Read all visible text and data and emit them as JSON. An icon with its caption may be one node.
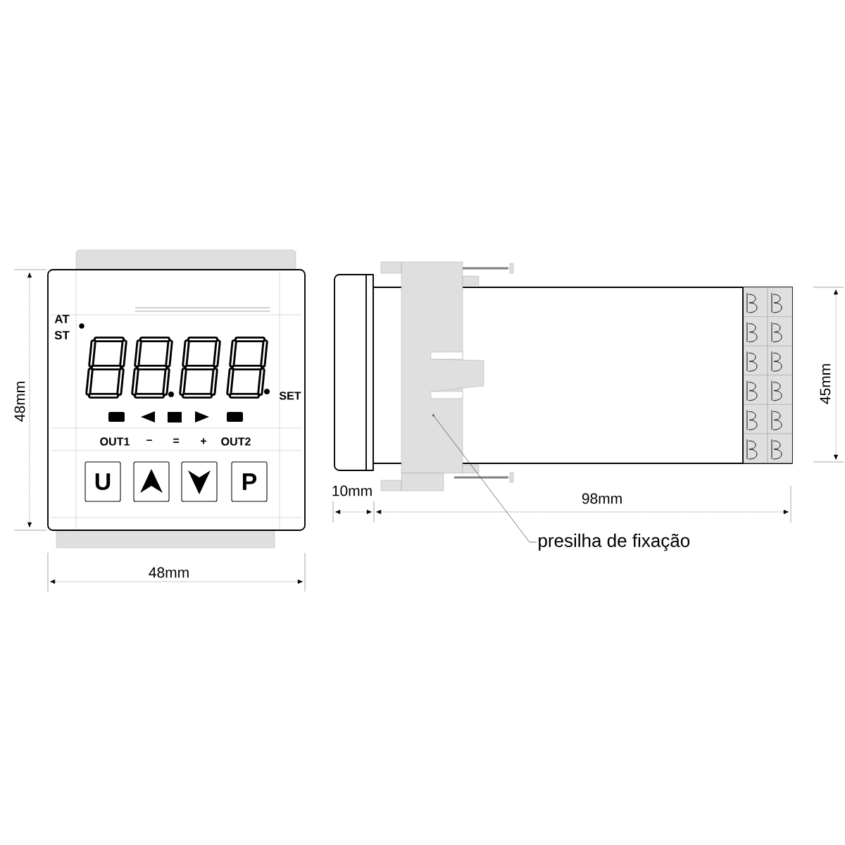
{
  "diagram": {
    "nodes": [
      {
        "text": [
          "U"
        ]
      },
      {
        "text": [],
        "shape": "box"
      },
      {
        "text": [],
        "shape": "box"
      },
      {
        "text": [
          "P"
        ]
      },
      {
        "text": [
          "presilha de fixação"
        ]
      },
      {
        "text": [],
        "shape": "picture"
      }
    ],
    "edges": [
      {
        "from": 4,
        "to": 5,
        "arrow": "to"
      }
    ],
    "labels": [
      "AT",
      "ST",
      "SET",
      "OUT1",
      "–",
      "=",
      "+",
      "OUT2",
      "48mm",
      "45mm",
      "10mm",
      "98mm",
      "48mm"
    ]
  }
}
